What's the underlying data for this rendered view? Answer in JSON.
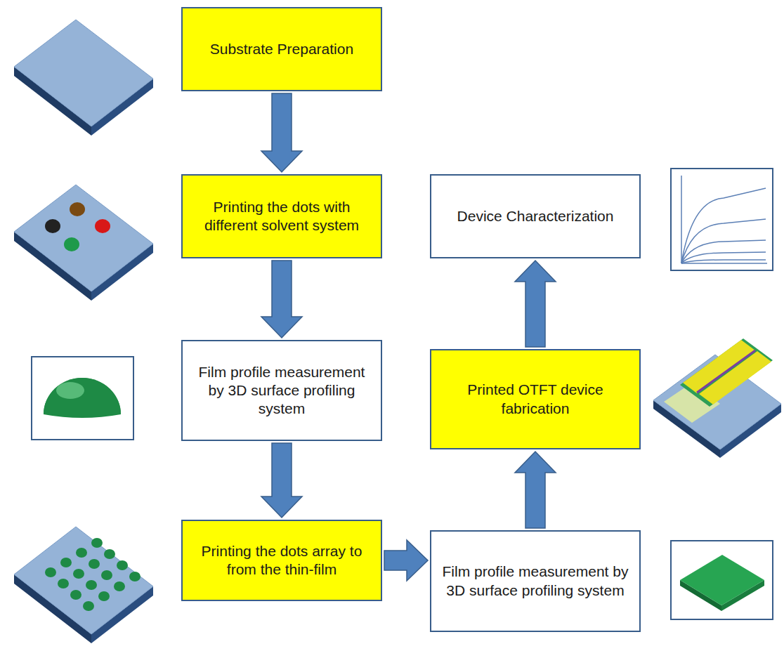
{
  "diagram": {
    "nodes": [
      {
        "text": [
          "Substrate Preparation"
        ]
      },
      {
        "text": [
          "Printing the dots with different solvent system"
        ]
      },
      {
        "text": [
          "Film profile measurement by 3D surface profiling system"
        ]
      },
      {
        "text": [
          "Printing the dots array to from the thin-film"
        ]
      },
      {
        "text": [
          "Film profile measurement by 3D surface profiling system"
        ]
      },
      {
        "text": [
          "Printed OTFT device fabrication"
        ]
      },
      {
        "text": [
          "Device Characterization"
        ]
      }
    ],
    "edges": [
      {
        "from": 0,
        "to": 1,
        "arrow": "to"
      },
      {
        "from": 1,
        "to": 2,
        "arrow": "to"
      },
      {
        "from": 2,
        "to": 3,
        "arrow": "to"
      },
      {
        "from": 3,
        "to": 4,
        "arrow": "to"
      },
      {
        "from": 4,
        "to": 5,
        "arrow": "to"
      },
      {
        "from": 5,
        "to": 6,
        "arrow": "to"
      }
    ]
  }
}
